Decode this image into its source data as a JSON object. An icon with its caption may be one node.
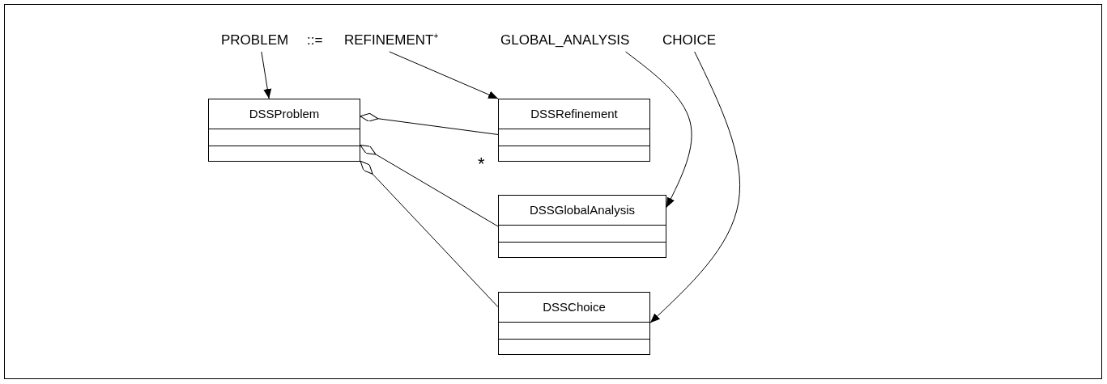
{
  "diagram": {
    "nodes": [
      {
        "text": [
          "PROBLEM"
        ]
      },
      {
        "text": [
          "REFINEMENT$^{+}$"
        ]
      },
      {
        "text": [
          "GLOBAL_ANALYSIS"
        ]
      },
      {
        "text": [
          "CHOICE"
        ]
      },
      {
        "text": [
          "DSSProblem"
        ]
      },
      {
        "text": [
          "DSSRefinement"
        ]
      },
      {
        "text": [
          "DSSGlobalAnalysis"
        ]
      },
      {
        "text": [
          "DSSChoice"
        ]
      }
    ],
    "edges": [
      {
        "from": 0,
        "to": 4,
        "arrow": "to"
      },
      {
        "from": 1,
        "to": 5,
        "arrow": "to"
      },
      {
        "from": 2,
        "to": 6,
        "arrow": "to"
      },
      {
        "from": 3,
        "to": 7,
        "arrow": "to"
      },
      {
        "from": 4,
        "to": 5,
        "arrow": "other"
      },
      {
        "from": 4,
        "to": 6,
        "arrow": "other"
      },
      {
        "from": 4,
        "to": 7,
        "arrow": "other"
      }
    ],
    "labels": [
      "::=",
      "*"
    ]
  }
}
